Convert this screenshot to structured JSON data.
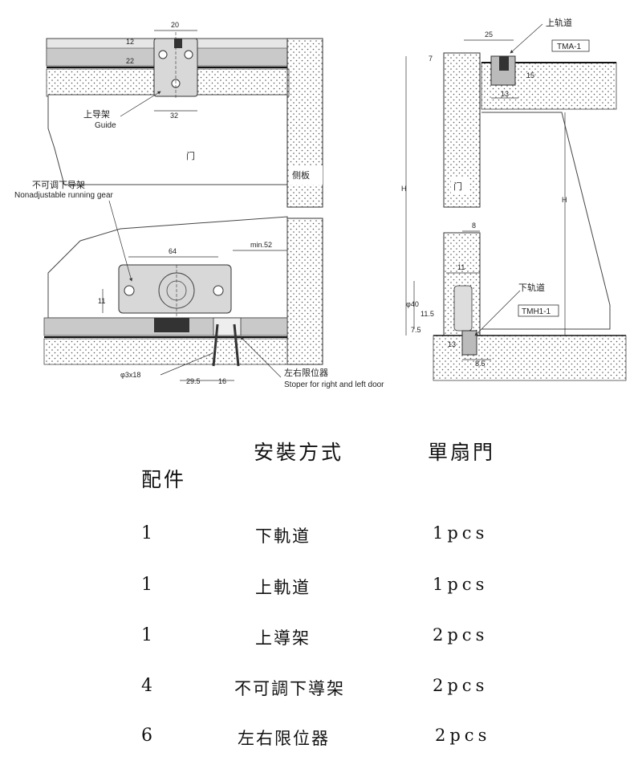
{
  "drawing": {
    "left": {
      "dim_top_20": "20",
      "dim_12": "12",
      "dim_22": "22",
      "dim_32": "32",
      "guide_cn": "上导架",
      "guide_en": "Guide",
      "door_cn": "门",
      "side_panel_cn": "侧板",
      "gear_cn": "不可调下导架",
      "gear_en": "Nonadjustable running gear",
      "dim_64": "64",
      "dim_min52": "min.52",
      "dim_11": "11",
      "screw_label": "φ3x18",
      "dim_29_5": "29.5",
      "dim_16": "16",
      "stopper_cn": "左右限位器",
      "stopper_en": "Stoper for right and left door"
    },
    "right": {
      "top_rail_cn": "上轨道",
      "dim_25": "25",
      "tma_label": "TMA-1",
      "dim_7": "7",
      "dim_15": "15",
      "dim_13_top": "13",
      "h_left": "H",
      "h_right": "H",
      "door_cn": "门",
      "dim_8": "8",
      "dim_11": "11",
      "dim_phi40": "φ40",
      "dim_11_5": "11.5",
      "dim_7_5": "7.5",
      "bottom_rail_cn": "下轨道",
      "tmh_label": "TMH1-1",
      "dim_13_bottom": "13",
      "dim_8_5": "8.5"
    }
  },
  "table": {
    "header_install": "安裝方式",
    "header_door": "單扇門",
    "header_parts": "配件",
    "rows": [
      {
        "qty": "1",
        "name": "下軌道",
        "unit": "1pcs"
      },
      {
        "qty": "1",
        "name": "上軌道",
        "unit": "1pcs"
      },
      {
        "qty": "1",
        "name": "上導架",
        "unit": "2pcs"
      },
      {
        "qty": "4",
        "name": "不可調下導架",
        "unit": "2pcs"
      },
      {
        "qty": "6",
        "name": "左右限位器",
        "unit": "2pcs"
      }
    ]
  }
}
